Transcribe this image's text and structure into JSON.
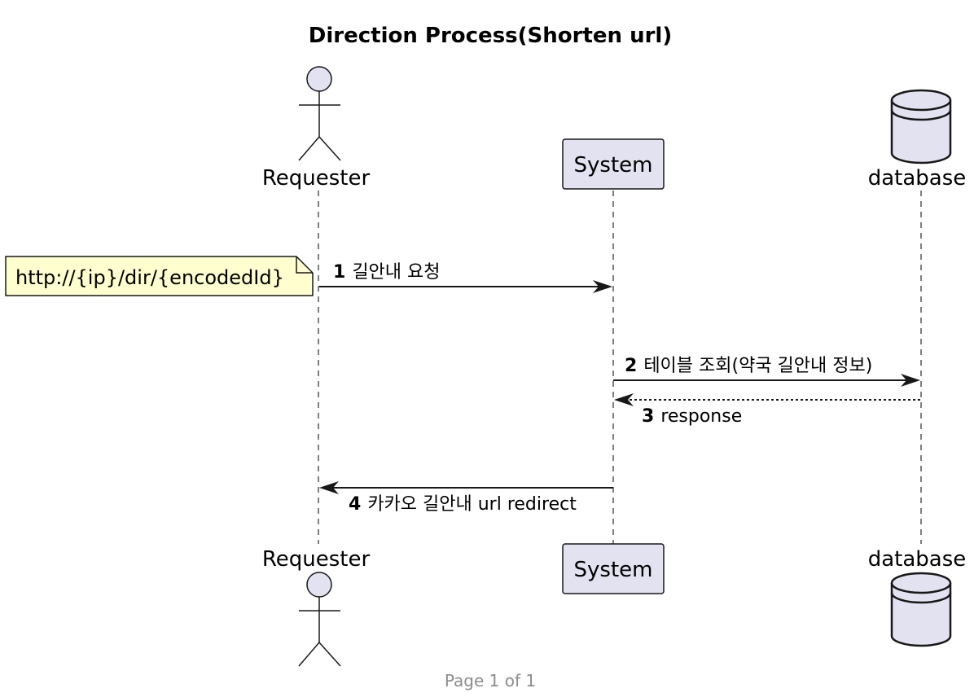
{
  "diagram": {
    "title": "Direction Process(Shorten url)",
    "participants": [
      {
        "id": "requester",
        "label": "Requester",
        "kind": "actor"
      },
      {
        "id": "system",
        "label": "System",
        "kind": "participant"
      },
      {
        "id": "database",
        "label": "database",
        "kind": "database"
      }
    ],
    "messages": [
      {
        "num": "1",
        "text": "길안내 요청",
        "from": "requester",
        "to": "system",
        "style": "solid"
      },
      {
        "num": "2",
        "text": "테이블 조회(약국 길안내 정보)",
        "from": "system",
        "to": "database",
        "style": "solid"
      },
      {
        "num": "3",
        "text": "response",
        "from": "database",
        "to": "system",
        "style": "dashed"
      },
      {
        "num": "4",
        "text": "카카오 길안내 url redirect",
        "from": "system",
        "to": "requester",
        "style": "solid"
      }
    ],
    "note": {
      "text": "http://{ip}/dir/{encodedId}"
    },
    "footer": "Page 1 of 1"
  }
}
